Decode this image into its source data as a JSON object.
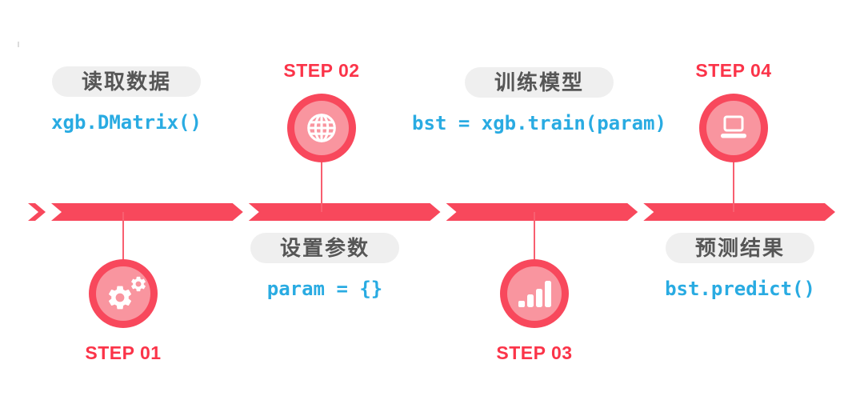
{
  "colors": {
    "accent_red": "#f8485c",
    "light_pink": "#f9959f",
    "label_red": "#fb3449",
    "code_blue": "#29abe2",
    "pill_bg": "#efefef",
    "pill_text": "#565656",
    "connector_red": "#f85f70"
  },
  "timeline": {
    "segment_count": 4,
    "direction": "left-to-right"
  },
  "steps": [
    {
      "label": "STEP 01",
      "pill": "读取数据",
      "code": "xgb.DMatrix()",
      "icon": "gears-icon",
      "circle_side": "below"
    },
    {
      "label": "STEP 02",
      "pill": "设置参数",
      "code": "param = {}",
      "icon": "globe-icon",
      "circle_side": "above"
    },
    {
      "label": "STEP 03",
      "pill": "训练模型",
      "code": "bst = xgb.train(param)",
      "icon": "bar-chart-icon",
      "circle_side": "below"
    },
    {
      "label": "STEP 04",
      "pill": "预测结果",
      "code": "bst.predict()",
      "icon": "laptop-icon",
      "circle_side": "above"
    }
  ]
}
